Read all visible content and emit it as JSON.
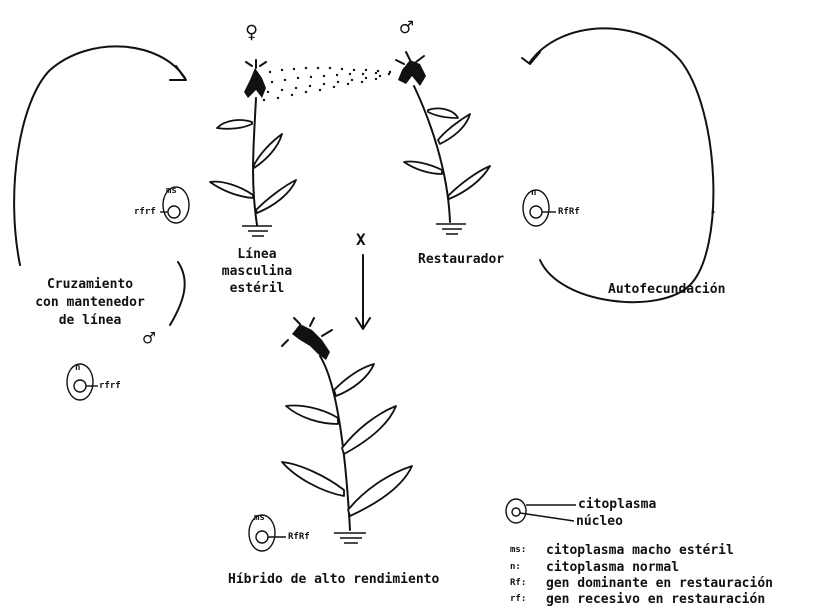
{
  "symbols": {
    "female": "♀",
    "male": "♂",
    "cross": "X"
  },
  "plants": {
    "female_label": [
      "Línea",
      "masculina",
      "estéril"
    ],
    "male_label": "Restaurador",
    "hybrid_label": "Híbrido de alto rendimiento"
  },
  "cycles": {
    "left_label": [
      "Cruzamiento",
      "con mantenedor",
      "de línea"
    ],
    "right_label": "Autofecundación"
  },
  "cells": {
    "female_cytoplasm": "ms",
    "female_genotype": "rfrf",
    "male_cytoplasm": "n",
    "male_genotype": "RfRf",
    "maintainer_cytoplasm": "n",
    "maintainer_genotype": "rfrf",
    "hybrid_cytoplasm": "ms",
    "hybrid_genotype": "RfRf"
  },
  "legend": {
    "cytoplasm": "citoplasma",
    "nucleus": "núcleo",
    "items": [
      {
        "key": "ms:",
        "text": "citoplasma macho estéril"
      },
      {
        "key": "n:",
        "text": "citoplasma normal"
      },
      {
        "key": "Rf:",
        "text": "gen dominante en restauración"
      },
      {
        "key": "rf:",
        "text": "gen recesivo en restauración"
      }
    ]
  }
}
